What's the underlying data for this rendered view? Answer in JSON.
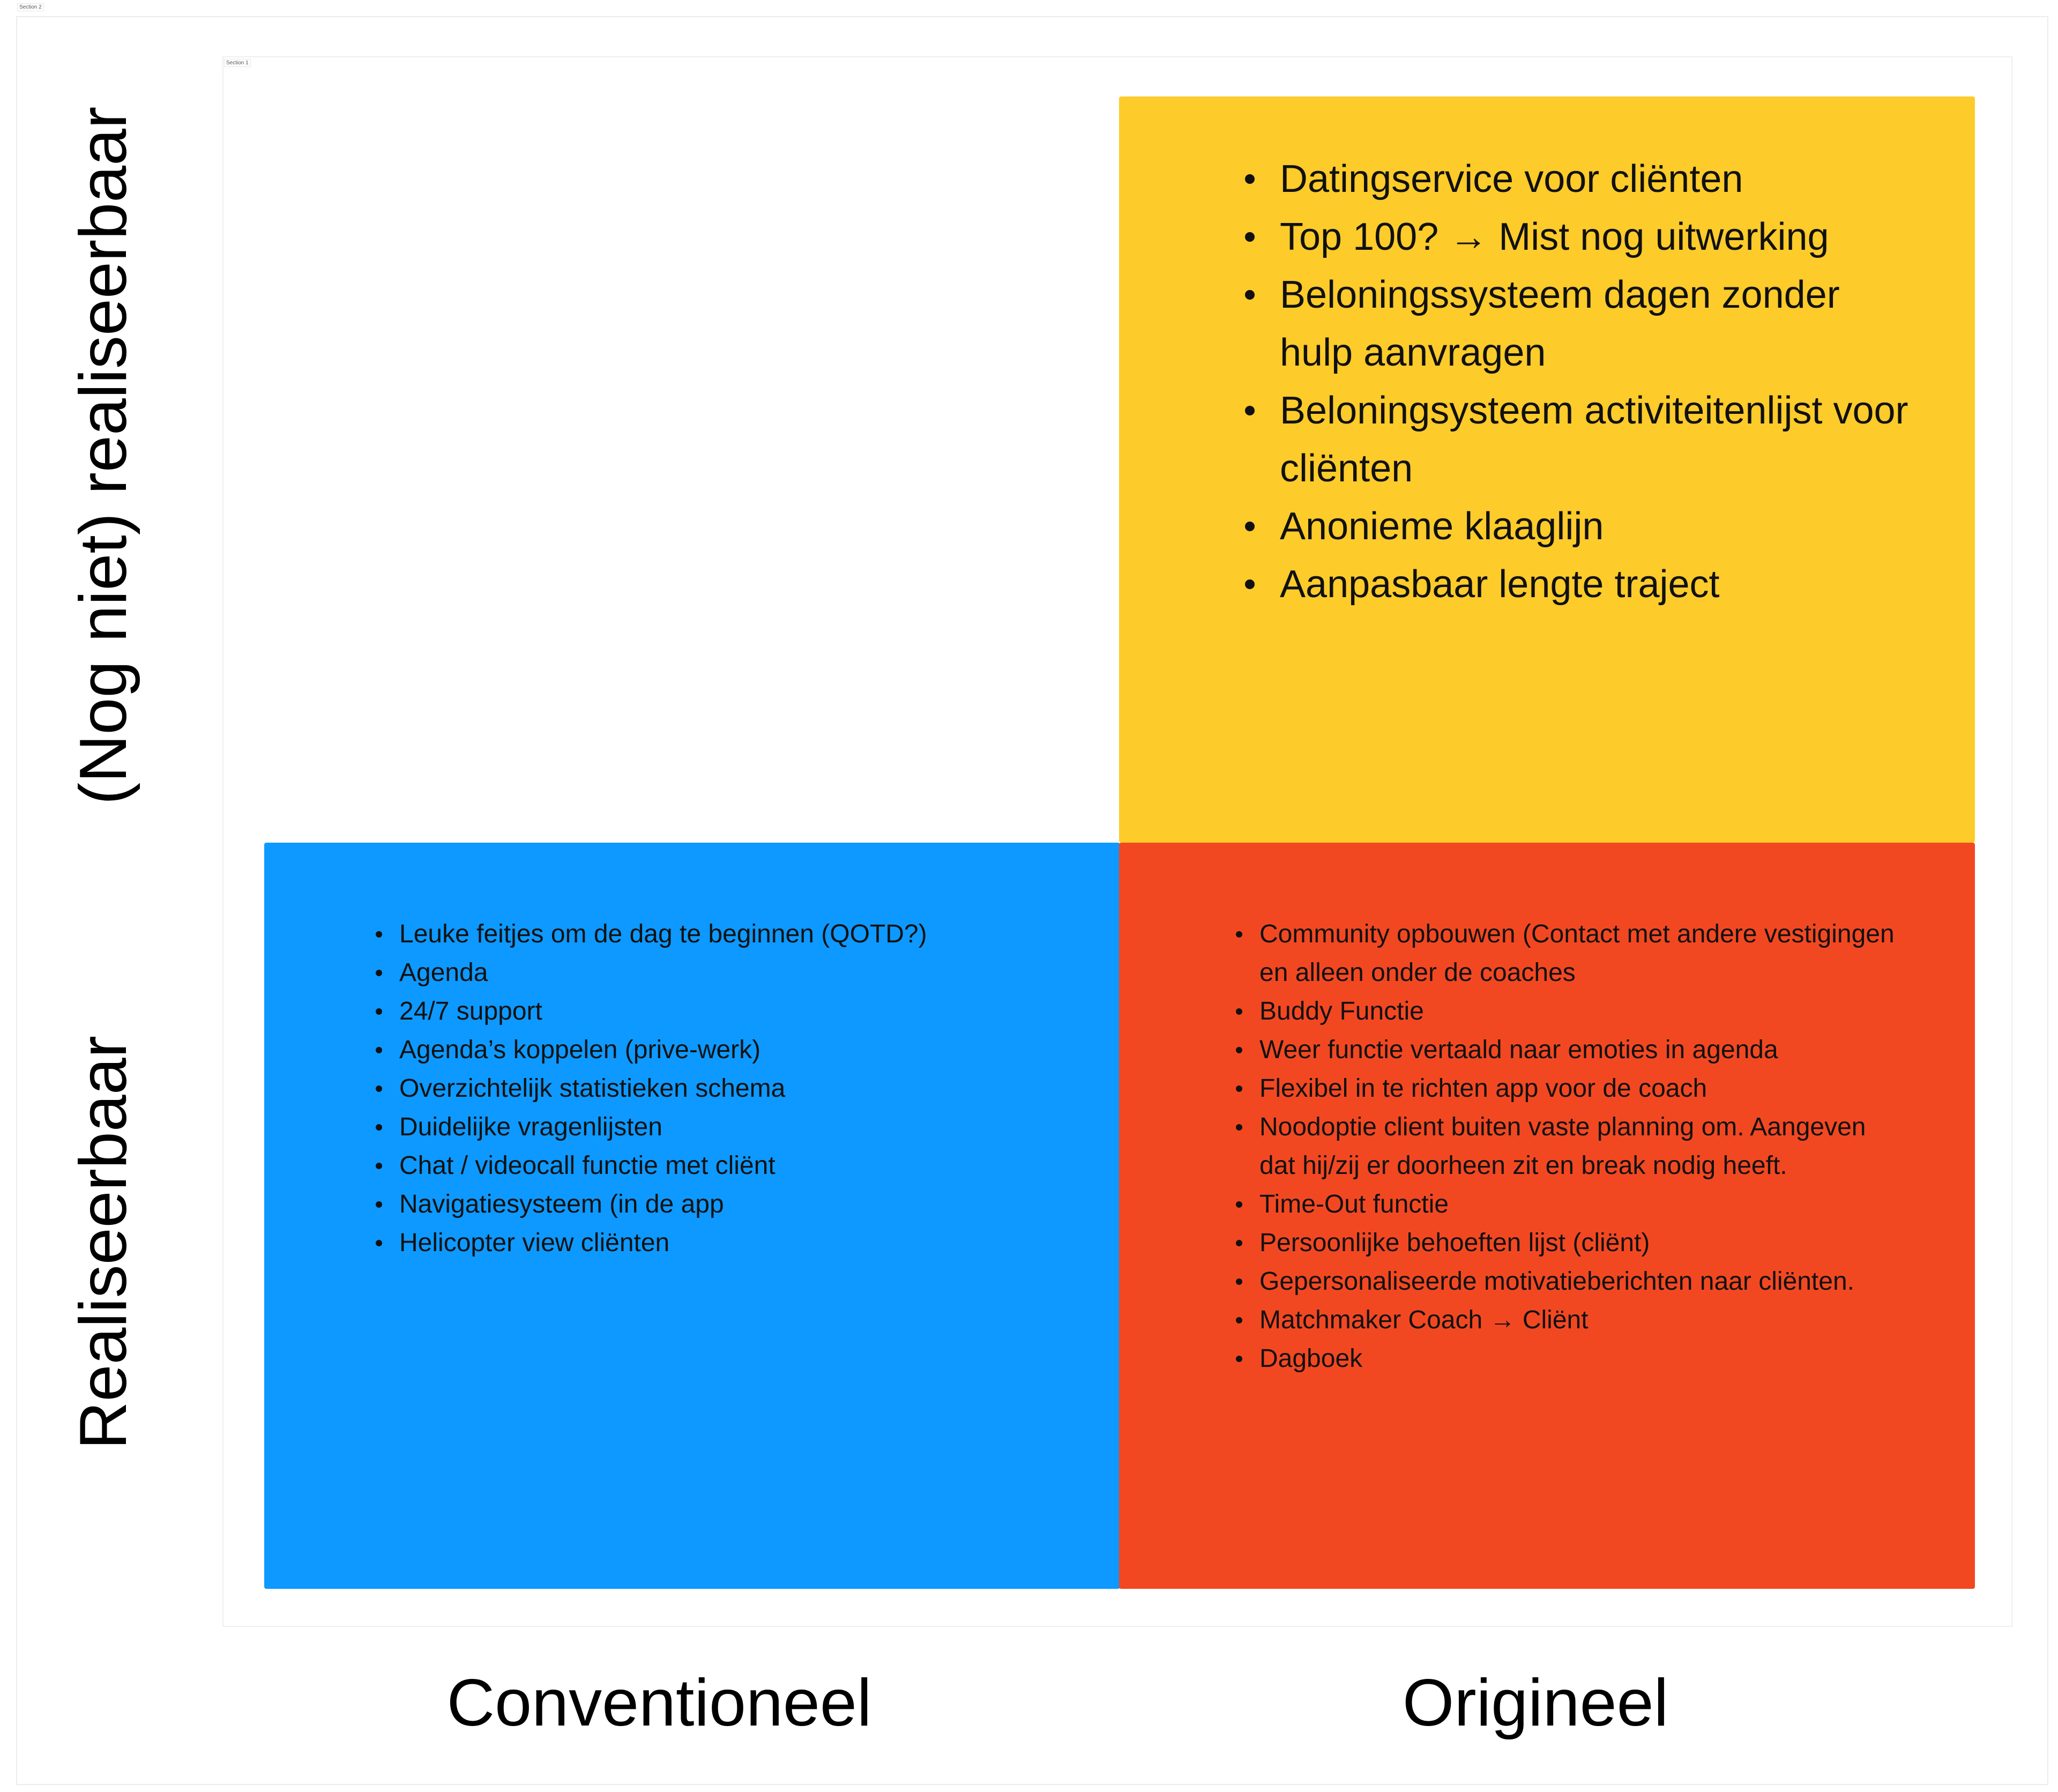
{
  "sections": {
    "outer_label": "Section 2",
    "inner_label": "Section 1"
  },
  "colors": {
    "yellow": "#FDCB2A",
    "blue": "#0D99FF",
    "red": "#F24822"
  },
  "axes": {
    "y_top": "(Nog niet) realiseerbaar",
    "y_bottom": "Realiseerbaar",
    "x_left": "Conventioneel",
    "x_right": "Origineel"
  },
  "quadrants": {
    "yellow": {
      "items": [
        "Datingservice voor cliënten",
        "Top 100? → Mist nog uitwerking",
        "Beloningssysteem dagen  zonder hulp aanvragen",
        "Beloningsysteem activiteitenlijst voor cliënten",
        "Anonieme klaaglijn",
        "Aanpasbaar lengte traject"
      ]
    },
    "blue": {
      "items": [
        "Leuke feitjes om de dag te beginnen (QOTD?)",
        "Agenda",
        "24/7 support",
        "Agenda’s koppelen (prive-werk)",
        "Overzichtelijk statistieken schema",
        "Duidelijke vragenlijsten",
        "Chat / videocall functie met cliënt",
        "Navigatiesysteem (in de app",
        "Helicopter view cliënten"
      ]
    },
    "red": {
      "items": [
        "Community opbouwen (Contact met andere vestigingen en alleen onder de coaches",
        "Buddy Functie",
        "Weer functie vertaald naar emoties in agenda",
        "Flexibel in te richten app voor de coach",
        "Noodoptie client buiten vaste planning om. Aangeven dat hij/zij er doorheen zit en break nodig heeft.",
        "Time-Out functie",
        "Persoonlijke behoeften lijst (cliënt)",
        "Gepersonaliseerde motivatieberichten naar cliënten.",
        "Matchmaker Coach → Cliënt",
        "Dagboek"
      ]
    }
  }
}
